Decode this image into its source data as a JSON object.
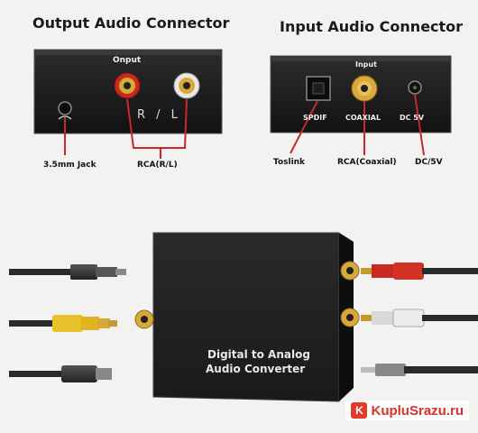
{
  "output_section": {
    "title": "Output Audio Connector",
    "panel_label": "Onput",
    "channel_label": "R / L",
    "callouts": [
      "3.5mm Jack",
      "RCA(R/L)"
    ]
  },
  "input_section": {
    "title": "Input Audio Connector",
    "panel_label": "Input",
    "port_labels": [
      "SPDIF",
      "COAXIAL",
      "DC 5V"
    ],
    "callouts": [
      "Toslink",
      "RCA(Coaxial)",
      "DC/5V"
    ]
  },
  "device": {
    "line1": "Digital to Analog",
    "line2": "Audio Converter"
  },
  "watermark": {
    "badge": "K",
    "text": "KupluSrazu.ru"
  },
  "colors": {
    "callout_line": "#c8282a",
    "panel": "#1c1c1c",
    "rca_red": "#c82a22",
    "rca_gold": "#d8a838",
    "rca_white": "#e8e8e8",
    "background": "#f2f2f0"
  }
}
